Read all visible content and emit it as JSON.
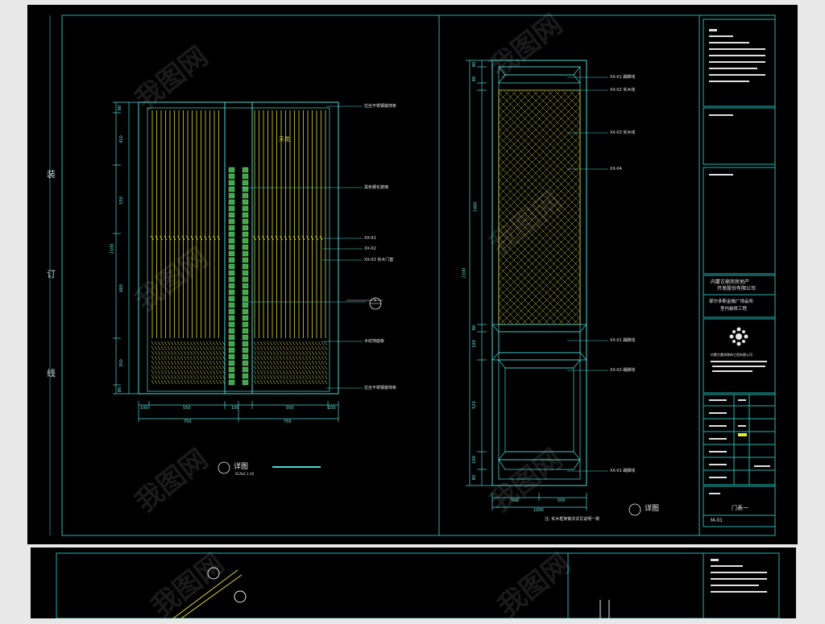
{
  "sheet": {
    "binding_marks": [
      "装",
      "订",
      "线"
    ]
  },
  "left_drawing": {
    "panel_label": "天花",
    "callouts": [
      "拉丝不锈钢装饰条",
      "黑色钢化玻璃",
      "XX-01",
      "XX-02",
      "XX-03 实木门套",
      "木纹饰面板",
      "拉丝不锈钢装饰条"
    ],
    "dims_horizontal_top": [
      "100",
      "550",
      "100",
      "550",
      "100"
    ],
    "dims_horizontal_bottom": [
      "750",
      "750"
    ],
    "dims_vertical": [
      "80",
      "410",
      "530",
      "2100",
      "680",
      "350",
      "80"
    ],
    "section_mark": "1",
    "title": "详图",
    "scale": "SCALE 1:10"
  },
  "right_drawing": {
    "callouts": [
      "XX-01 踢脚线",
      "XX-02 实木线",
      "XX-03 实木线",
      "XX-04",
      "XX-01 踢脚线",
      "XX-02 踢脚线",
      "XX-01 踢脚线"
    ],
    "dims_vertical": [
      "80",
      "80",
      "1460",
      "2100",
      "80",
      "100",
      "520",
      "100",
      "80"
    ],
    "dims_horizontal": [
      "500",
      "500",
      "1000"
    ],
    "title": "详图",
    "note": "注: 实木框架做法详见说明一致"
  },
  "title_block": {
    "client_line1": "内蒙古鼎邦房地产",
    "client_line2": "开发股份有限公司",
    "project_line1": "鄂尔多斯金融广场会所",
    "project_line2": "室内装修工程",
    "firm": "内蒙古鼎邦装饰工程有限公司",
    "drawing_name": "门表一",
    "drawing_no": "M-01"
  },
  "watermark": "我图网",
  "colors": {
    "background": "#000000",
    "border": "#22b5b5",
    "door_yellow": "#d9d93a",
    "dimension": "#4fd6d6",
    "text": "#e8e8e8"
  }
}
